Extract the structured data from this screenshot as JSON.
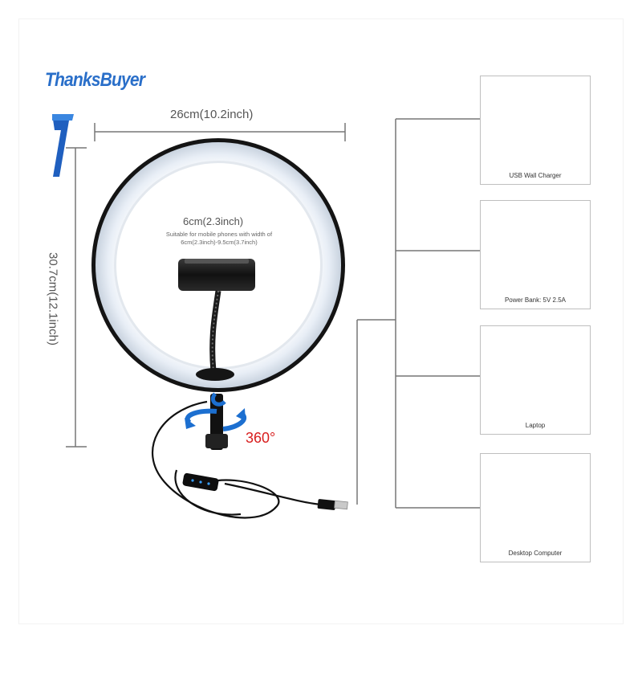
{
  "brand": {
    "name": "ThanksBuyer"
  },
  "dimensions": {
    "width": "26cm(10.2inch)",
    "height": "30.7cm(12.1inch)",
    "clamp_main": "6cm(2.3inch)",
    "clamp_note_line1": "Suitable for mobile phones with width of",
    "clamp_note_line2": "6cm(2.3inch)-9.5cm(3.7inch)"
  },
  "rotation": {
    "label": "360°"
  },
  "devices": [
    {
      "label": "USB Wall Charger",
      "icon": "usb-wall-charger-icon"
    },
    {
      "label": "Power Bank: 5V 2.5A",
      "icon": "power-bank-icon"
    },
    {
      "label": "Laptop",
      "icon": "laptop-icon"
    },
    {
      "label": "Desktop Computer",
      "icon": "desktop-computer-icon"
    }
  ],
  "colors": {
    "brand_blue": "#2a6fc9",
    "rotation_red": "#d81e1e",
    "ring_black": "#1a1a1a",
    "line_gray": "#777777"
  }
}
